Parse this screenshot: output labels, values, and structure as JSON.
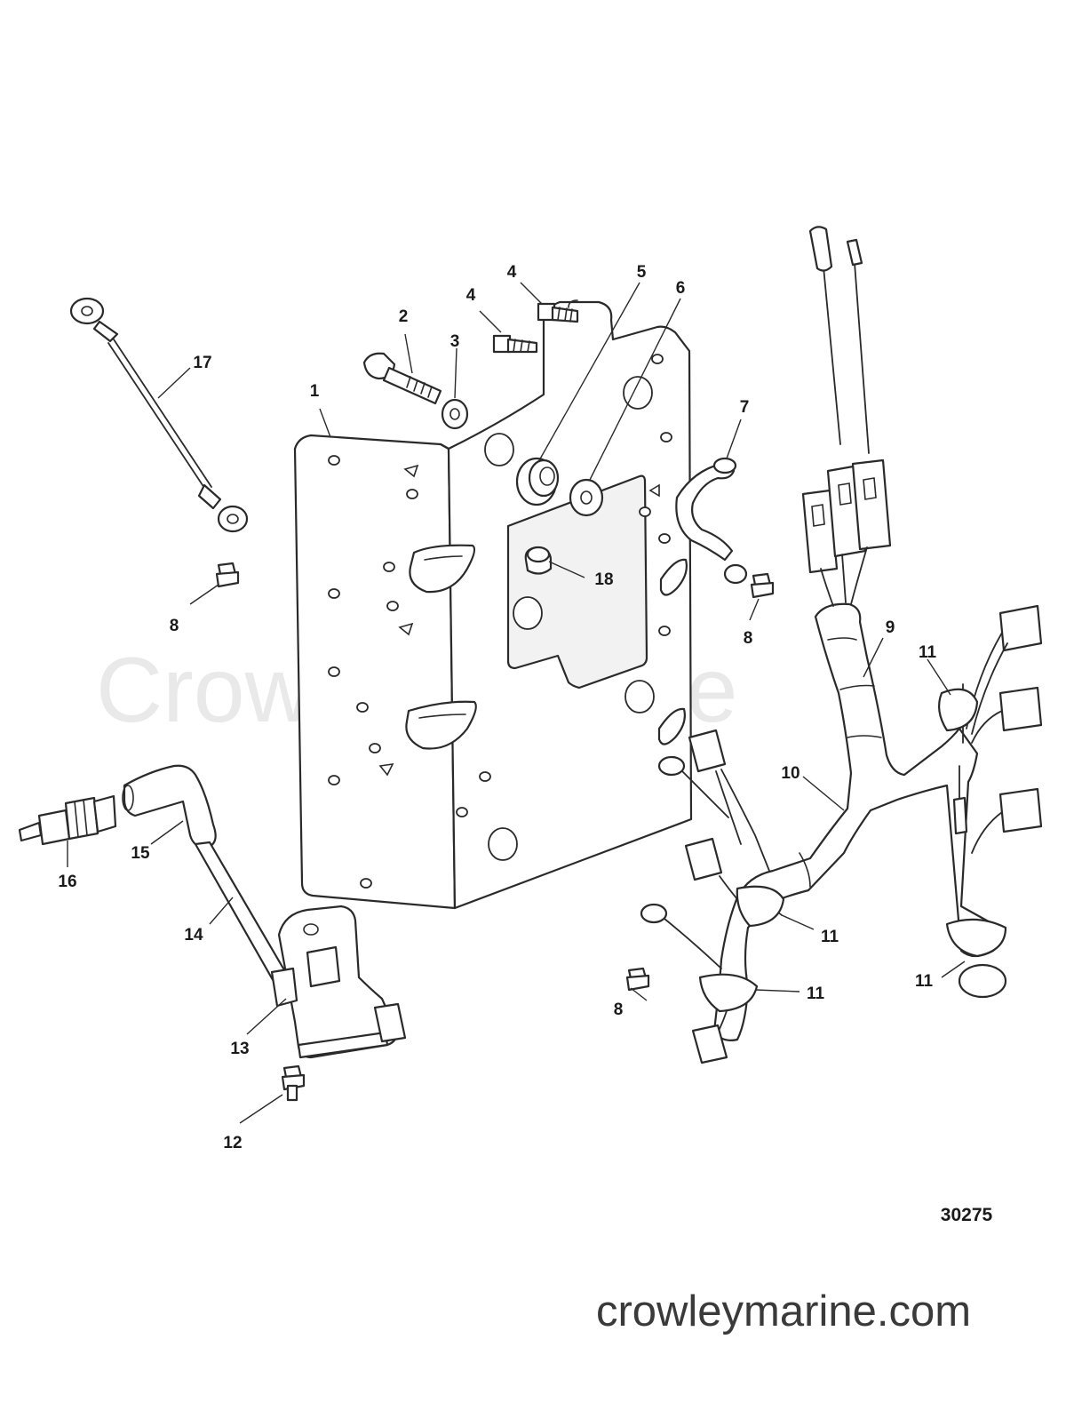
{
  "watermark": "Crowley Marine",
  "diagram_id": "30275",
  "website": "crowleymarine.com",
  "callouts": [
    {
      "name": "callout-1",
      "label": "1"
    },
    {
      "name": "callout-2",
      "label": "2"
    },
    {
      "name": "callout-3",
      "label": "3"
    },
    {
      "name": "callout-4a",
      "label": "4"
    },
    {
      "name": "callout-4b",
      "label": "4"
    },
    {
      "name": "callout-5",
      "label": "5"
    },
    {
      "name": "callout-6",
      "label": "6"
    },
    {
      "name": "callout-7",
      "label": "7"
    },
    {
      "name": "callout-8a",
      "label": "8"
    },
    {
      "name": "callout-8b",
      "label": "8"
    },
    {
      "name": "callout-8c",
      "label": "8"
    },
    {
      "name": "callout-9",
      "label": "9"
    },
    {
      "name": "callout-10",
      "label": "10"
    },
    {
      "name": "callout-11a",
      "label": "11"
    },
    {
      "name": "callout-11b",
      "label": "11"
    },
    {
      "name": "callout-11c",
      "label": "11"
    },
    {
      "name": "callout-11d",
      "label": "11"
    },
    {
      "name": "callout-12",
      "label": "12"
    },
    {
      "name": "callout-13",
      "label": "13"
    },
    {
      "name": "callout-14",
      "label": "14"
    },
    {
      "name": "callout-15",
      "label": "15"
    },
    {
      "name": "callout-16",
      "label": "16"
    },
    {
      "name": "callout-17",
      "label": "17"
    },
    {
      "name": "callout-18",
      "label": "18"
    }
  ]
}
